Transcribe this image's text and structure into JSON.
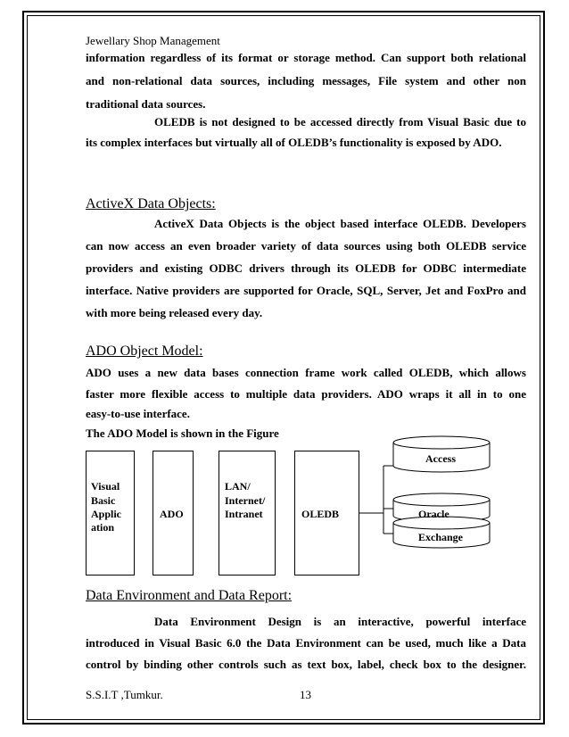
{
  "header": "Jewellary Shop Management",
  "paragraphs": {
    "p1_l1": "information regardless of its format or storage method. Can support both relational",
    "p1_l2": "and non-relational data sources, including messages, File system and other non",
    "p1_l3": "traditional data sources.",
    "p2_l1": "OLEDB is not designed to be accessed directly from Visual Basic due to",
    "p2_l2": "its complex interfaces but virtually all of OLEDB’s functionality is exposed by ADO.",
    "h1": "ActiveX Data Objects:",
    "p3_l1": "ActiveX Data Objects is the object based interface OLEDB.  Developers",
    "p3_l2": "can now access an even broader variety of data sources using both OLEDB service",
    "p3_l3": "providers and existing ODBC drivers through its OLEDB for ODBC intermediate",
    "p3_l4": "interface.  Native providers are supported for Oracle, SQL, Server, Jet and FoxPro and",
    "p3_l5": "with more being released every day.",
    "h2": "ADO Object Model:",
    "p4_l1": "ADO uses a new data bases connection frame work called OLEDB, which allows",
    "p4_l2": "faster more flexible access to multiple data providers.  ADO wraps it all in to one",
    "p4_l3": "easy-to-use interface.",
    "p5_l1": "The ADO Model is shown in the Figure",
    "h3": "Data Environment and Data Report:",
    "p6_l1": "Data  Environment  Design  is  an  interactive,  powerful  interface",
    "p6_l2": "introduced in Visual Basic 6.0 the Data Environment can be used, much like a Data",
    "p6_l3": "control by binding other controls such as text box, label, check box to the designer."
  },
  "diagram": {
    "vb": [
      "Visual",
      "Basic",
      "Applic",
      "ation"
    ],
    "ado": "ADO",
    "lan": [
      "LAN/",
      "Internet/",
      "Intranet"
    ],
    "oledb": "OLEDB",
    "access": "Access",
    "oracle": "Oracle",
    "exchange": "Exchange"
  },
  "footer": {
    "left": "S.S.I.T ,Tumkur.",
    "page": "13"
  }
}
